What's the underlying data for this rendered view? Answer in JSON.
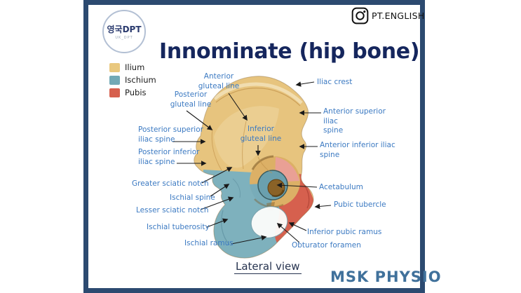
{
  "header": {
    "logo_text": "영국DPT",
    "logo_subtext": "UK_DPT",
    "instagram_handle": "PT.ENGLISH"
  },
  "title": "Innominate (hip bone)",
  "legend": {
    "items": [
      {
        "label": "Ilium",
        "color": "#e9c87e"
      },
      {
        "label": "Ischium",
        "color": "#72a9b6"
      },
      {
        "label": "Pubis",
        "color": "#d6604e"
      }
    ]
  },
  "anatomy_labels": [
    {
      "id": "anterior-gluteal-line",
      "text": "Anterior\ngluteal line"
    },
    {
      "id": "posterior-gluteal-line",
      "text": "Posterior\ngluteal line"
    },
    {
      "id": "posterior-superior-iliac-spine",
      "text": "Posterior superior\niliac spine"
    },
    {
      "id": "posterior-inferior-iliac-spine",
      "text": "Posterior inferior\niliac spine"
    },
    {
      "id": "greater-sciatic-notch",
      "text": "Greater sciatic notch"
    },
    {
      "id": "ischial-spine",
      "text": "Ischial spine"
    },
    {
      "id": "lesser-sciatic-notch",
      "text": "Lesser sciatic notch"
    },
    {
      "id": "ischial-tuberosity",
      "text": "Ischial tuberosity"
    },
    {
      "id": "ischial-ramus",
      "text": "Ischial ramus"
    },
    {
      "id": "iliac-crest",
      "text": "Iliac crest"
    },
    {
      "id": "anterior-superior-iliac-spine",
      "text": "Anterior superior iliac\nspine"
    },
    {
      "id": "anterior-inferior-iliac-spine",
      "text": "Anterior inferior iliac\nspine"
    },
    {
      "id": "inferior-gluteal-line",
      "text": "Inferior\ngluteal line"
    },
    {
      "id": "acetabulum",
      "text": "Acetabulum"
    },
    {
      "id": "pubic-tubercle",
      "text": "Pubic tubercle"
    },
    {
      "id": "inferior-pubic-ramus",
      "text": "Inferior pubic ramus"
    },
    {
      "id": "obturator-foramen",
      "text": "Obturator foramen"
    }
  ],
  "footer": {
    "view_label": "Lateral view",
    "brand": "MSK PHYSIO"
  },
  "colors": {
    "frame": "#2c4a70",
    "title_text": "#15265d",
    "label_text": "#3c7ac2",
    "ilium": "#e7c47e",
    "ischium": "#7eb1bd",
    "pubis": "#d6604e",
    "brand_text": "#40719b"
  }
}
